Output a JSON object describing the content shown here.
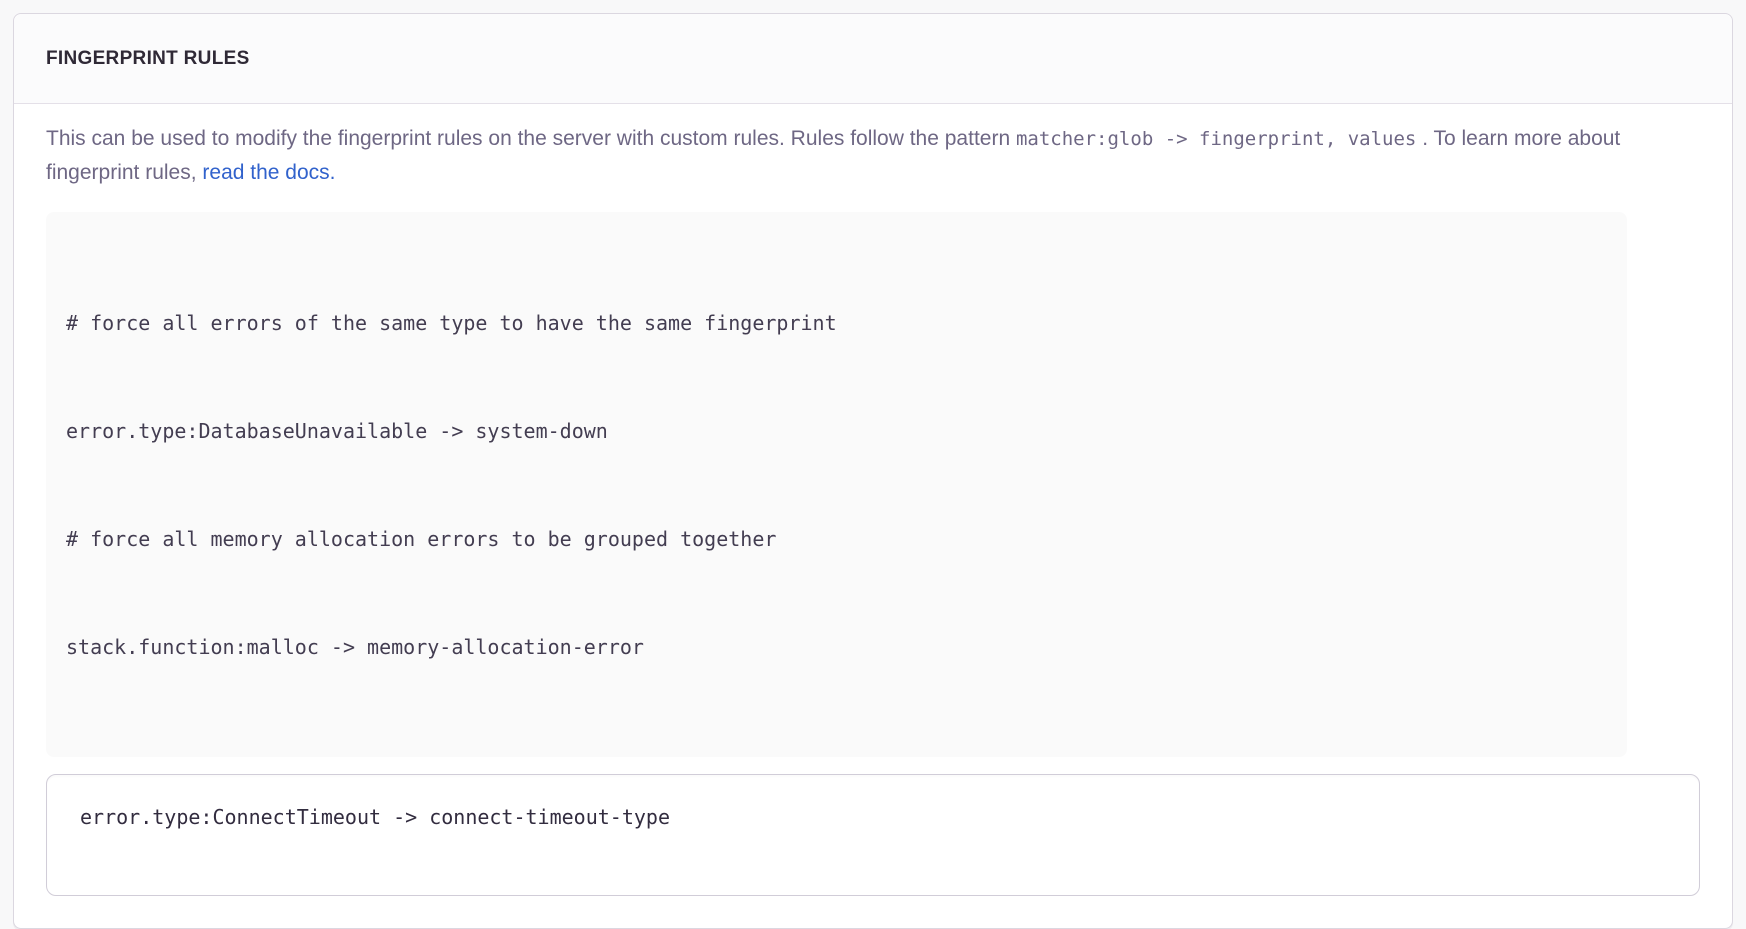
{
  "panel": {
    "title": "FINGERPRINT RULES",
    "description": {
      "text_before_code": "This can be used to modify the fingerprint rules on the server with custom rules. Rules follow the pattern",
      "inline_code": "matcher:glob -> fingerprint, values",
      "text_after_code": " . To learn more about fingerprint rules, ",
      "link_label": "read the docs."
    },
    "example_block": {
      "lines": [
        "# force all errors of the same type to have the same fingerprint",
        "error.type:DatabaseUnavailable -> system-down",
        "# force all memory allocation errors to be grouped together",
        "stack.function:malloc -> memory-allocation-error"
      ]
    },
    "rules_input": {
      "value": "error.type:ConnectTimeout -> connect-timeout-type"
    }
  },
  "colors": {
    "link_blue": "#3162cc",
    "title_text": "#2f2936",
    "body_text": "#6e6784",
    "code_text": "#433d51",
    "panel_border": "#dbd7e0",
    "header_bg": "#fbfbfc",
    "page_bg": "#f8f8f9",
    "example_bg": "#fafafa",
    "input_border": "#d1cdd8"
  }
}
